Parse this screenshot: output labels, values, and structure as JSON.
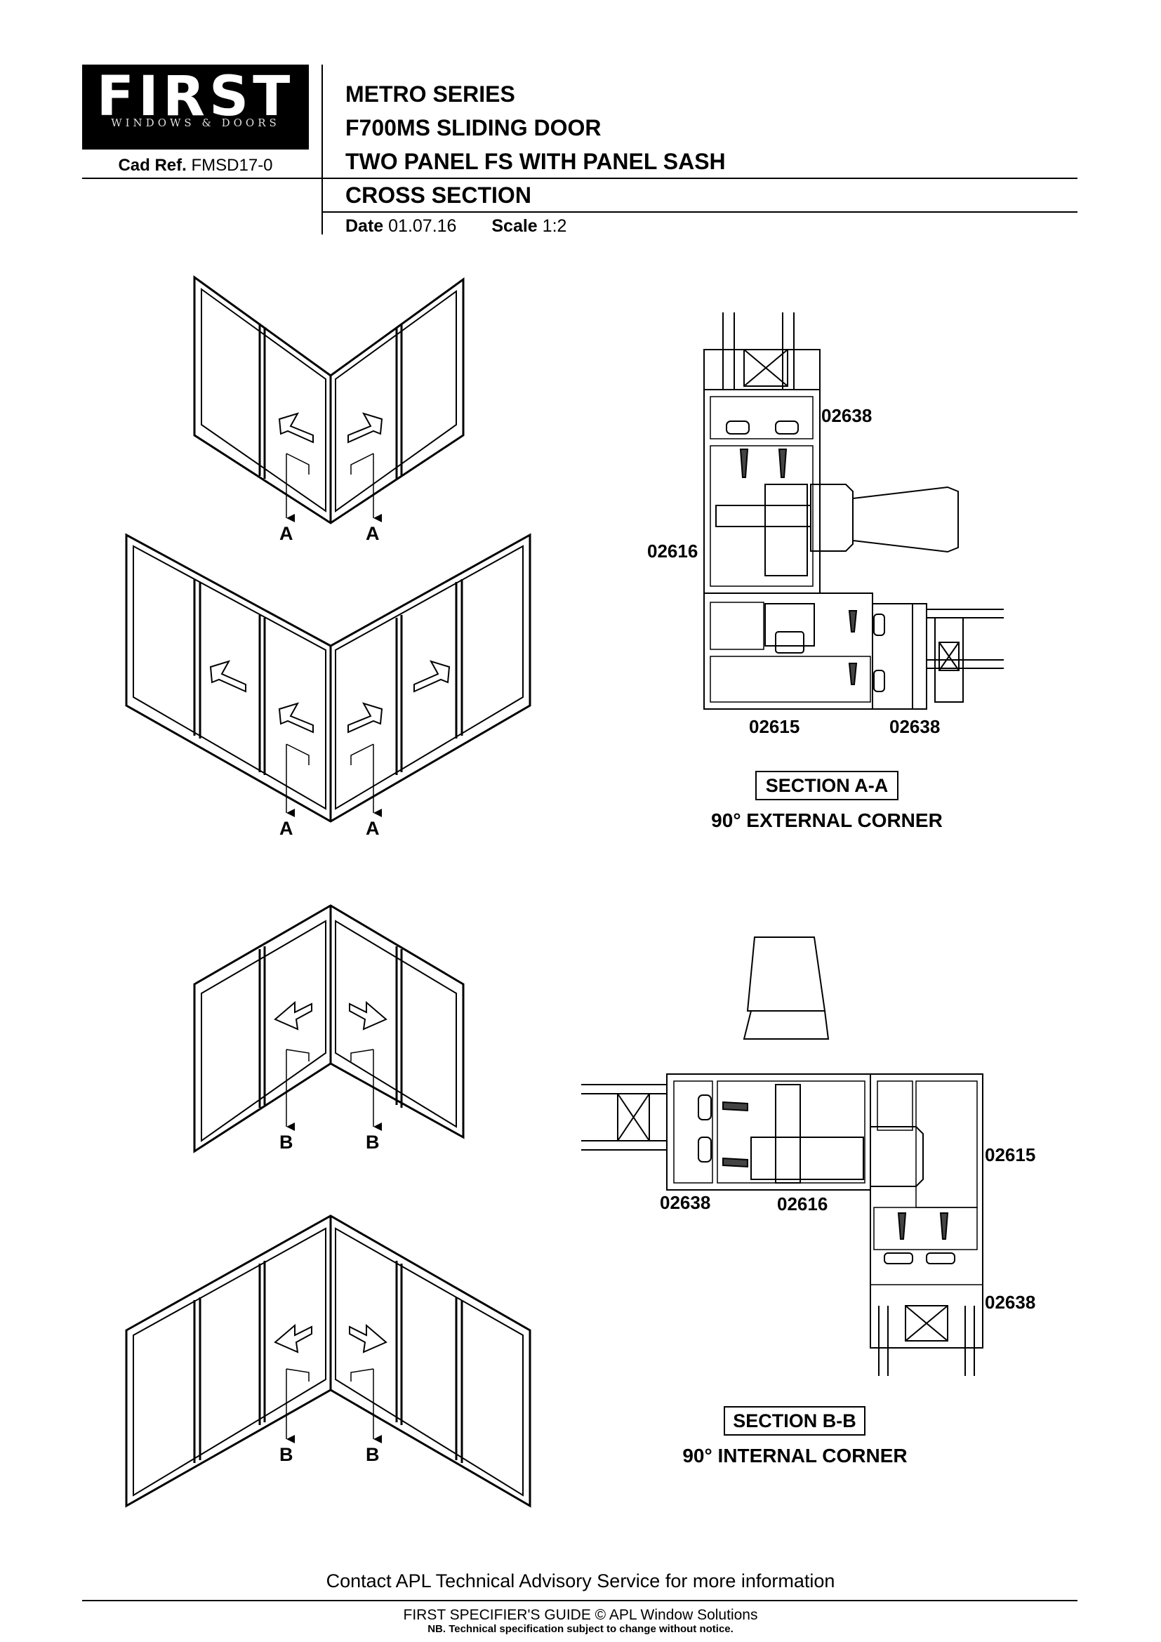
{
  "header": {
    "logo_text": "FIRST",
    "logo_subtext": "WINDOWS & DOORS",
    "cad_ref_label": "Cad Ref.",
    "cad_ref_value": "FMSD17-0",
    "series": "METRO SERIES",
    "product": "F700MS SLIDING DOOR",
    "configuration": "TWO PANEL FS WITH PANEL SASH",
    "drawing_type": "CROSS SECTION",
    "date_label": "Date",
    "date_value": "01.07.16",
    "scale_label": "Scale",
    "scale_value": "1:2"
  },
  "elevations": {
    "section_a_marker": "A",
    "section_b_marker": "B"
  },
  "section_a": {
    "label": "SECTION A-A",
    "caption": "90° EXTERNAL CORNER",
    "parts": [
      "02638",
      "02616",
      "02615",
      "02638"
    ]
  },
  "section_b": {
    "label": "SECTION B-B",
    "caption": "90° INTERNAL CORNER",
    "parts": [
      "02615",
      "02638",
      "02616",
      "02638"
    ]
  },
  "footer": {
    "contact": "Contact APL Technical Advisory Service for more information",
    "guide": "FIRST SPECIFIER'S GUIDE  © APL Window Solutions",
    "notice": "NB. Technical specification subject to change without notice."
  }
}
